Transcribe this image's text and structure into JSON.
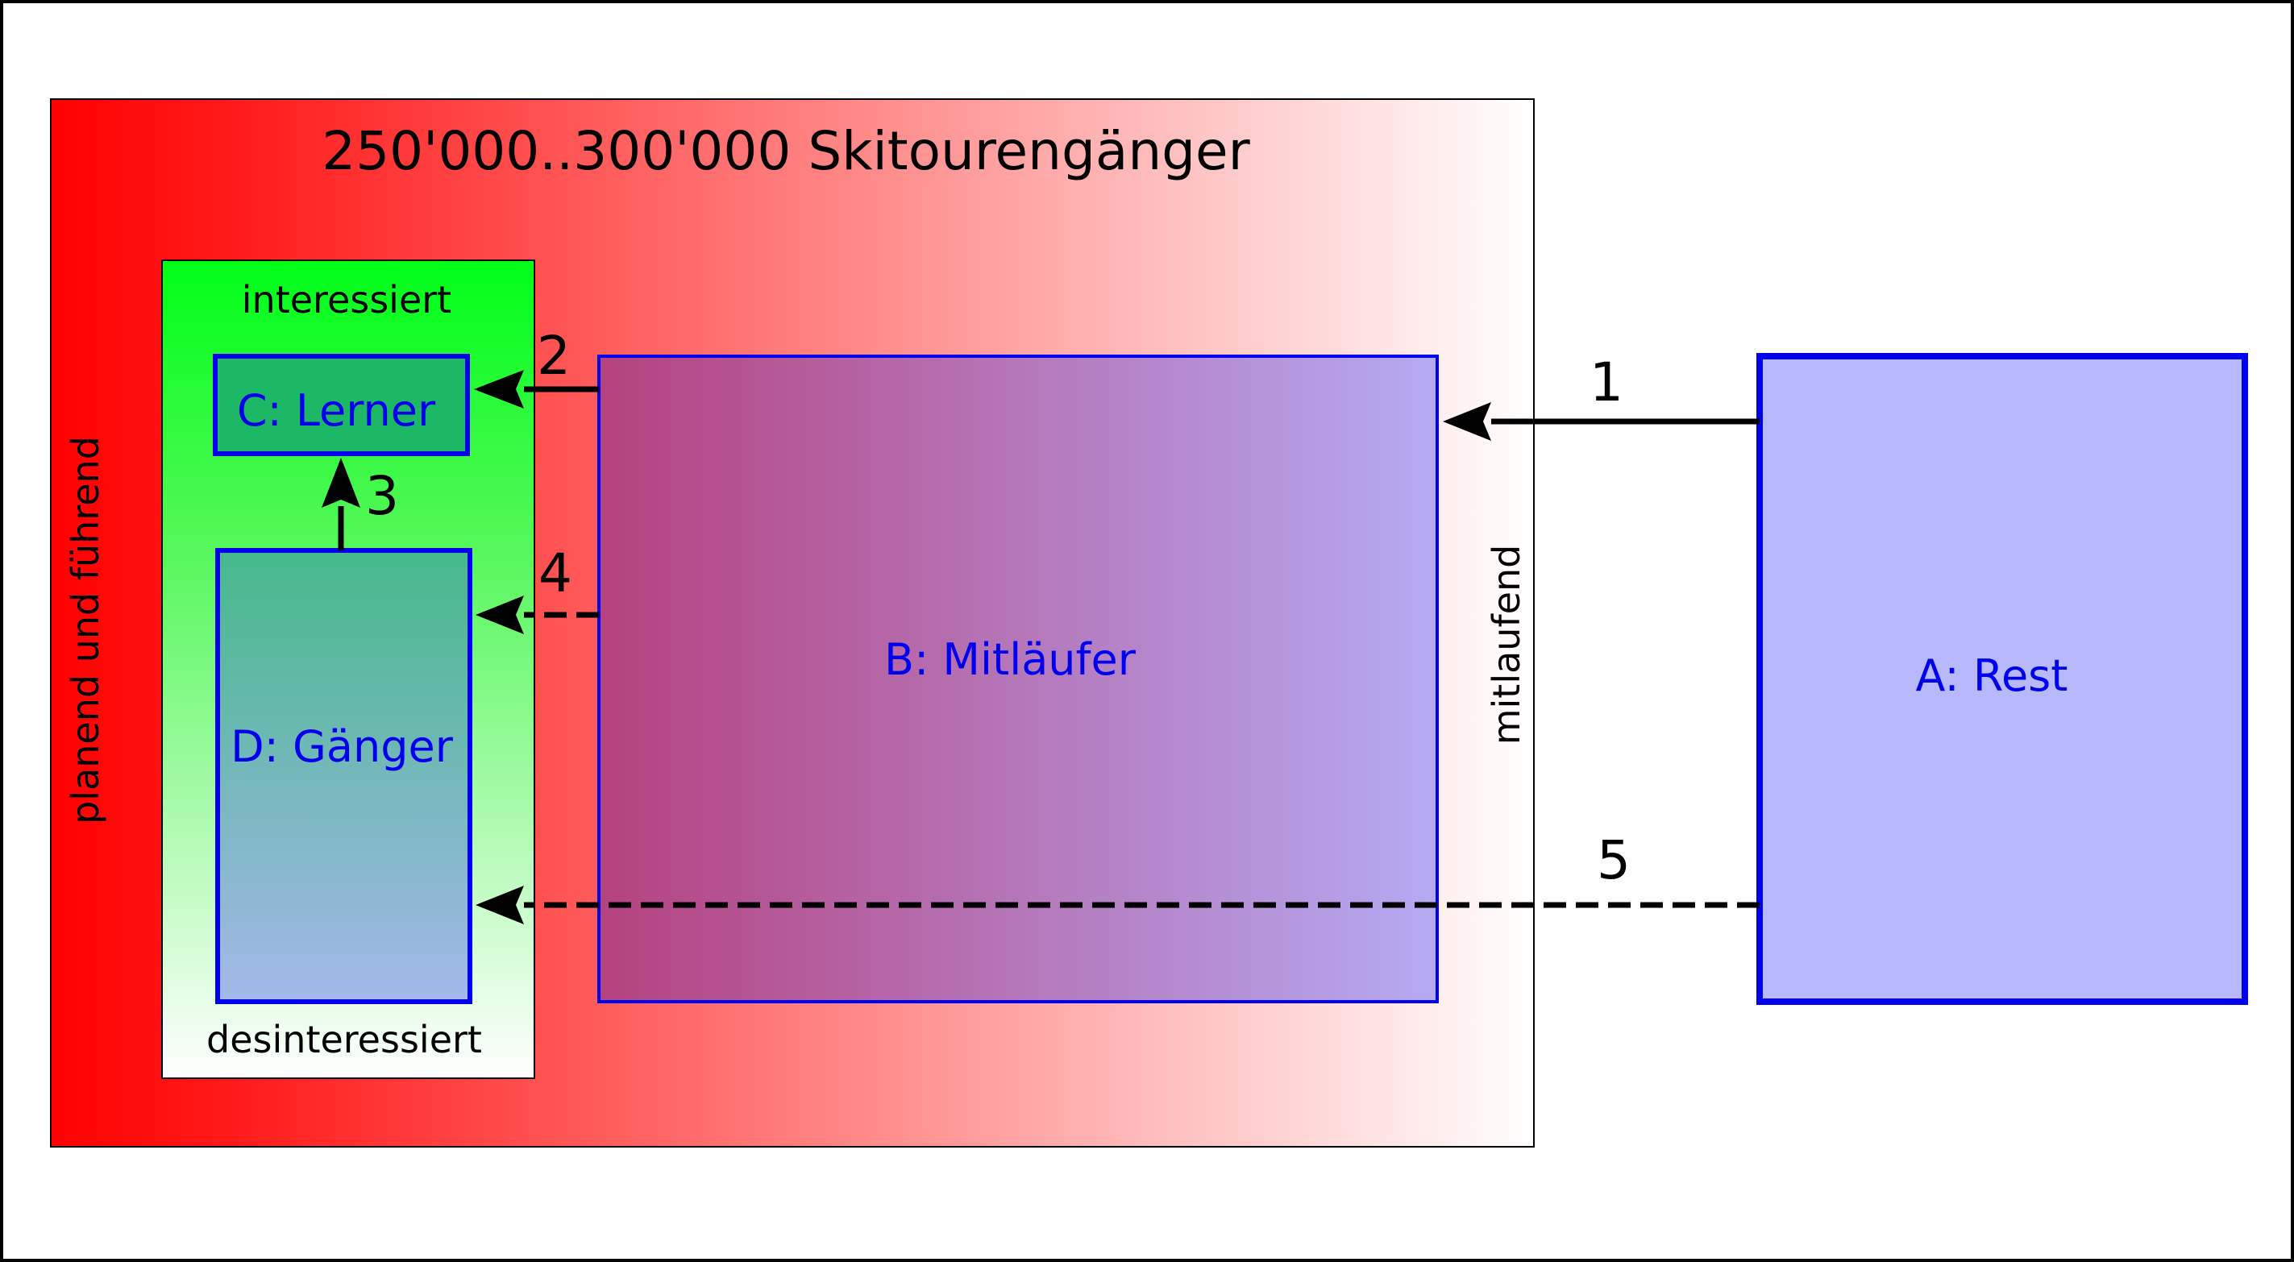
{
  "title": "250'000..300'000 Skitourengänger",
  "axes": {
    "left": "planend und führend",
    "right": "mitlaufend",
    "top_inner": "interessiert",
    "bottom_inner": "desinteressiert"
  },
  "boxes": {
    "a": "A: Rest",
    "b": "B: Mitläufer",
    "c": "C: Lerner",
    "d": "D: Gänger"
  },
  "arrows": [
    "1",
    "2",
    "3",
    "4",
    "5"
  ],
  "colors": {
    "outer_gradient_start": "#ff0000",
    "outer_gradient_end": "#ffffff",
    "inner_gradient_start": "#00ff00",
    "inner_gradient_end": "#ffffff",
    "box_border": "#0000ee",
    "box_text": "#0000ee",
    "rest_fill": "#b8b9fc",
    "lerner_fill": "#1db866",
    "mitlaeufer_start": "#b5427f",
    "mitlaeufer_end": "#b5aaf3",
    "gaenger_start": "#45b98a",
    "gaenger_end": "#a4b8ea",
    "arrow": "#000000"
  }
}
